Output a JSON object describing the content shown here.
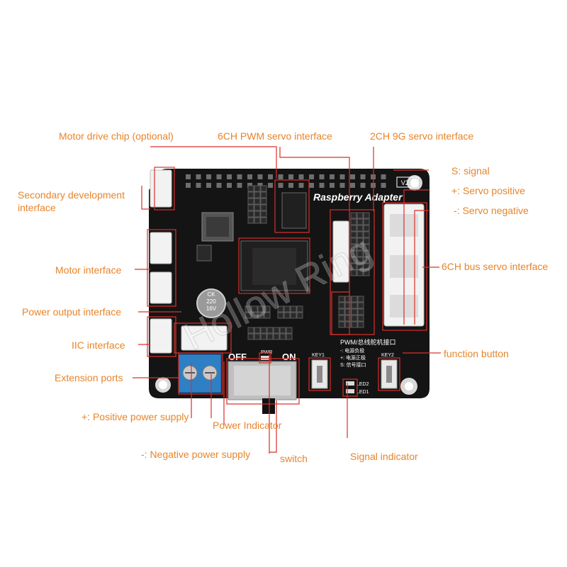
{
  "board": {
    "title": "Raspberry Adapter",
    "version": "V2.1",
    "silk_pwm": "PWM/总线舵机接口",
    "silk_minus": "-: 电源负极",
    "silk_plus": "+: 电源正极",
    "silk_signal": "S: 信号接口",
    "silk_off": "OFF",
    "silk_on": "ON",
    "silk_key1": "KEY1",
    "silk_key2": "KEY2",
    "silk_led2": "LED2",
    "silk_led1": "LED1",
    "silk_pwr": "PWR",
    "cap_text_1": "CK",
    "cap_text_2": "220",
    "cap_text_3": "16V",
    "watermark": "Hollow Ring"
  },
  "labels": {
    "motor_chip": "Motor drive chip (optional)",
    "pwm_servo": "6CH PWM servo interface",
    "servo_9g": "2CH 9G servo interface",
    "s_signal": "S: signal",
    "servo_pos": "+: Servo positive",
    "servo_neg": "-: Servo negative",
    "secondary_dev_1": "Secondary development",
    "secondary_dev_2": "interface",
    "motor_interface": "Motor interface",
    "bus_servo": "6CH bus servo interface",
    "power_output": "Power output interface",
    "iic": "IIC interface",
    "function_button": "function button",
    "extension": "Extension ports",
    "pos_supply": "+: Positive power supply",
    "power_indicator": "Power Indicator",
    "neg_supply": "-: Negative power supply",
    "switch": "switch",
    "signal_indicator": "Signal indicator"
  },
  "colors": {
    "pcb": "#141414",
    "label": "#e8842a",
    "leader": "#d9302a",
    "connector": "#f2f2f2",
    "terminal": "#2f7fc4"
  }
}
